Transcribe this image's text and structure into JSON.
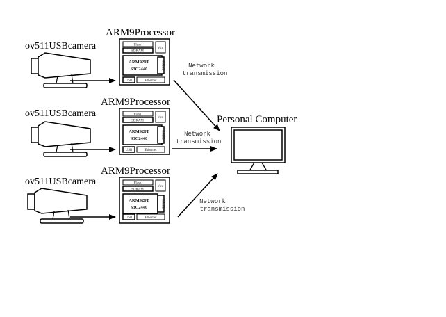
{
  "diagram": {
    "computer_label": "Personal Computer",
    "units": [
      {
        "camera_label": "ov511USBcamera",
        "processor_label": "ARM9Processor",
        "network_label_line1": "Network",
        "network_label_line2": "transmission",
        "board": {
          "flash": "Flash",
          "sdram": "SDRAM",
          "vcc": "Vcc",
          "cpu_line1": "ARM920T",
          "cpu_line2": "S3C2440",
          "rs232": "RS232",
          "usb": "USB",
          "ethernet": "Ethernet"
        }
      },
      {
        "camera_label": "ov511USBcamera",
        "processor_label": "ARM9Processor",
        "network_label_line1": "Network",
        "network_label_line2": "transmission",
        "board": {
          "flash": "Flash",
          "sdram": "SDRAM",
          "vcc": "Vcc",
          "cpu_line1": "ARM920T",
          "cpu_line2": "S3C2440",
          "rs232": "RS232",
          "usb": "USB",
          "ethernet": "Ethernet"
        }
      },
      {
        "camera_label": "ov511USBcamera",
        "processor_label": "ARM9Processor",
        "network_label_line1": "Network",
        "network_label_line2": "transmission",
        "board": {
          "flash": "Flash",
          "sdram": "SDRAM",
          "vcc": "Vcc",
          "cpu_line1": "ARM920T",
          "cpu_line2": "S3C2440",
          "rs232": "RS232",
          "usb": "USB",
          "ethernet": "Ethernet"
        }
      }
    ]
  }
}
